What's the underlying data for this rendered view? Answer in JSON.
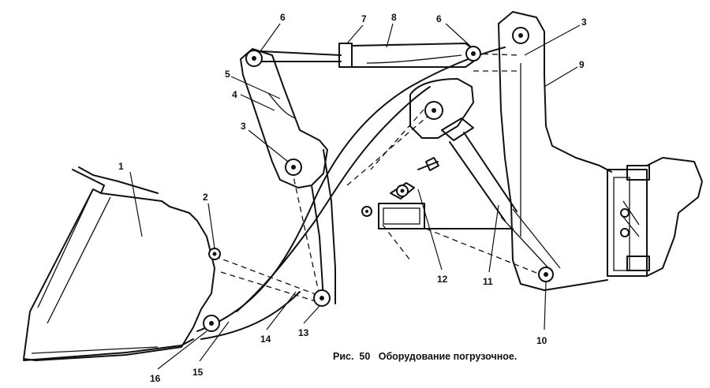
{
  "caption": {
    "text": "Рис.  50   Оборудование погрузочное."
  },
  "callouts": {
    "c1": "1",
    "c2": "2",
    "c3a": "3",
    "c3b": "3",
    "c4": "4",
    "c5": "5",
    "c6a": "6",
    "c6b": "6",
    "c7": "7",
    "c8": "8",
    "c9": "9",
    "c10": "10",
    "c11": "11",
    "c12": "12",
    "c13": "13",
    "c14": "14",
    "c15": "15",
    "c16": "16"
  },
  "colors": {
    "ink": "#111111",
    "paper": "#ffffff"
  }
}
